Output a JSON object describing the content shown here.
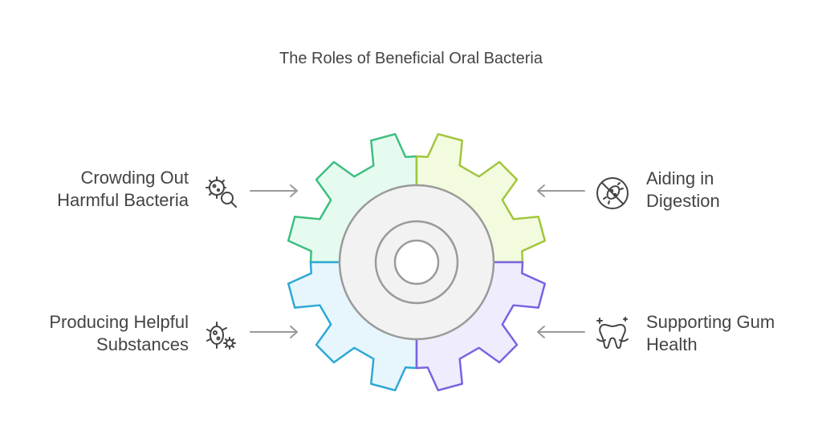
{
  "title": "The Roles of Beneficial Oral Bacteria",
  "items": [
    {
      "line1": "Crowding Out",
      "line2": "Harmful Bacteria",
      "icon": "bacteria-search-icon",
      "color": "#3dbf7f",
      "fill": "#e6fbf0"
    },
    {
      "line1": "Aiding in",
      "line2": "Digestion",
      "icon": "no-bacteria-icon",
      "color": "#a0c63c",
      "fill": "#f3fbdf"
    },
    {
      "line1": "Producing Helpful",
      "line2": "Substances",
      "icon": "bacteria-gears-icon",
      "color": "#2ea8d6",
      "fill": "#e6f6fc"
    },
    {
      "line1": "Supporting Gum",
      "line2": "Health",
      "icon": "healthy-tooth-icon",
      "color": "#7a63e0",
      "fill": "#efecfd"
    }
  ],
  "colors": {
    "center_fill": "#f2f2f2",
    "center_stroke": "#9a9a9a",
    "arrow": "#999999",
    "text": "#444444"
  }
}
